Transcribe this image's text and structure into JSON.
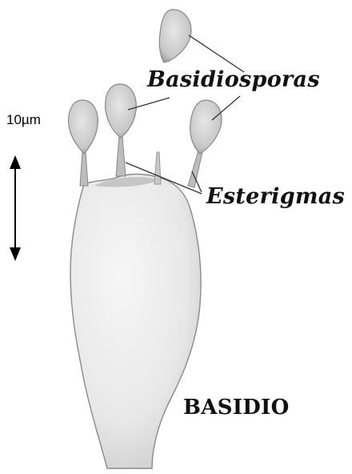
{
  "labels": {
    "basidiospores": "Basidiosporas",
    "sterigmata": "Esterigmas",
    "basidium": "BASIDIO"
  },
  "scale_bar": {
    "text": "10µm"
  },
  "colors": {
    "cell_fill": "#ececec",
    "cell_outline": "#8a8a8a",
    "spore_fill": "#d4d4d4",
    "pointer_line": "#333333",
    "text": "#111111"
  }
}
